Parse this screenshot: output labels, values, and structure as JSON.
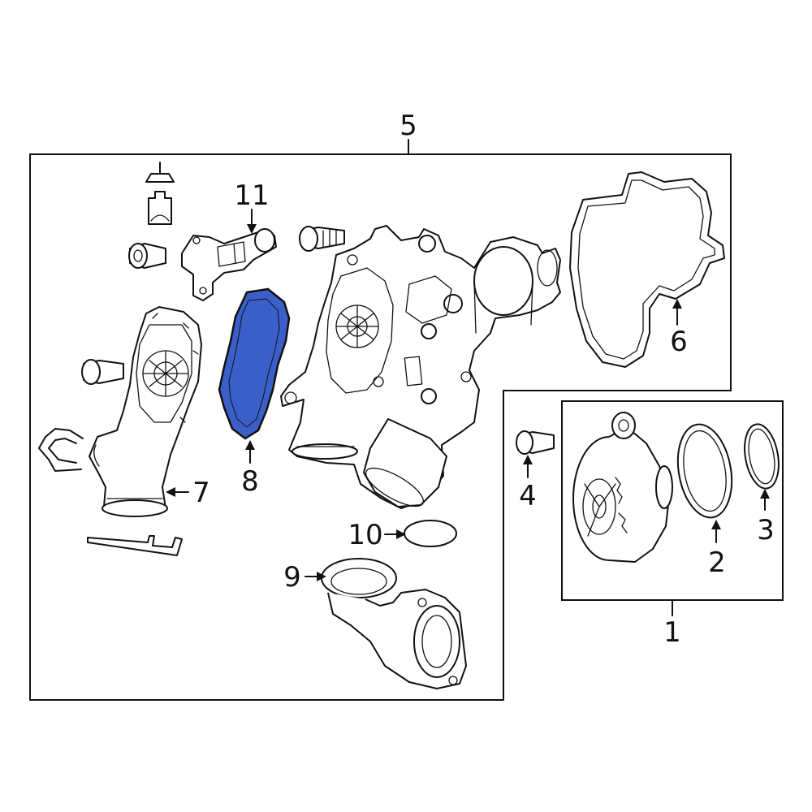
{
  "callouts": {
    "c1": "1",
    "c2": "2",
    "c3": "3",
    "c4": "4",
    "c5": "5",
    "c6": "6",
    "c7": "7",
    "c8": "8",
    "c9": "9",
    "c10": "10",
    "c11": "11"
  },
  "colors": {
    "highlight": "#3a5fc8",
    "line": "#111111",
    "background": "#ffffff"
  },
  "icons": {
    "tighten_symbol": "torque-wrench-icon"
  },
  "highlighted_part": "8"
}
